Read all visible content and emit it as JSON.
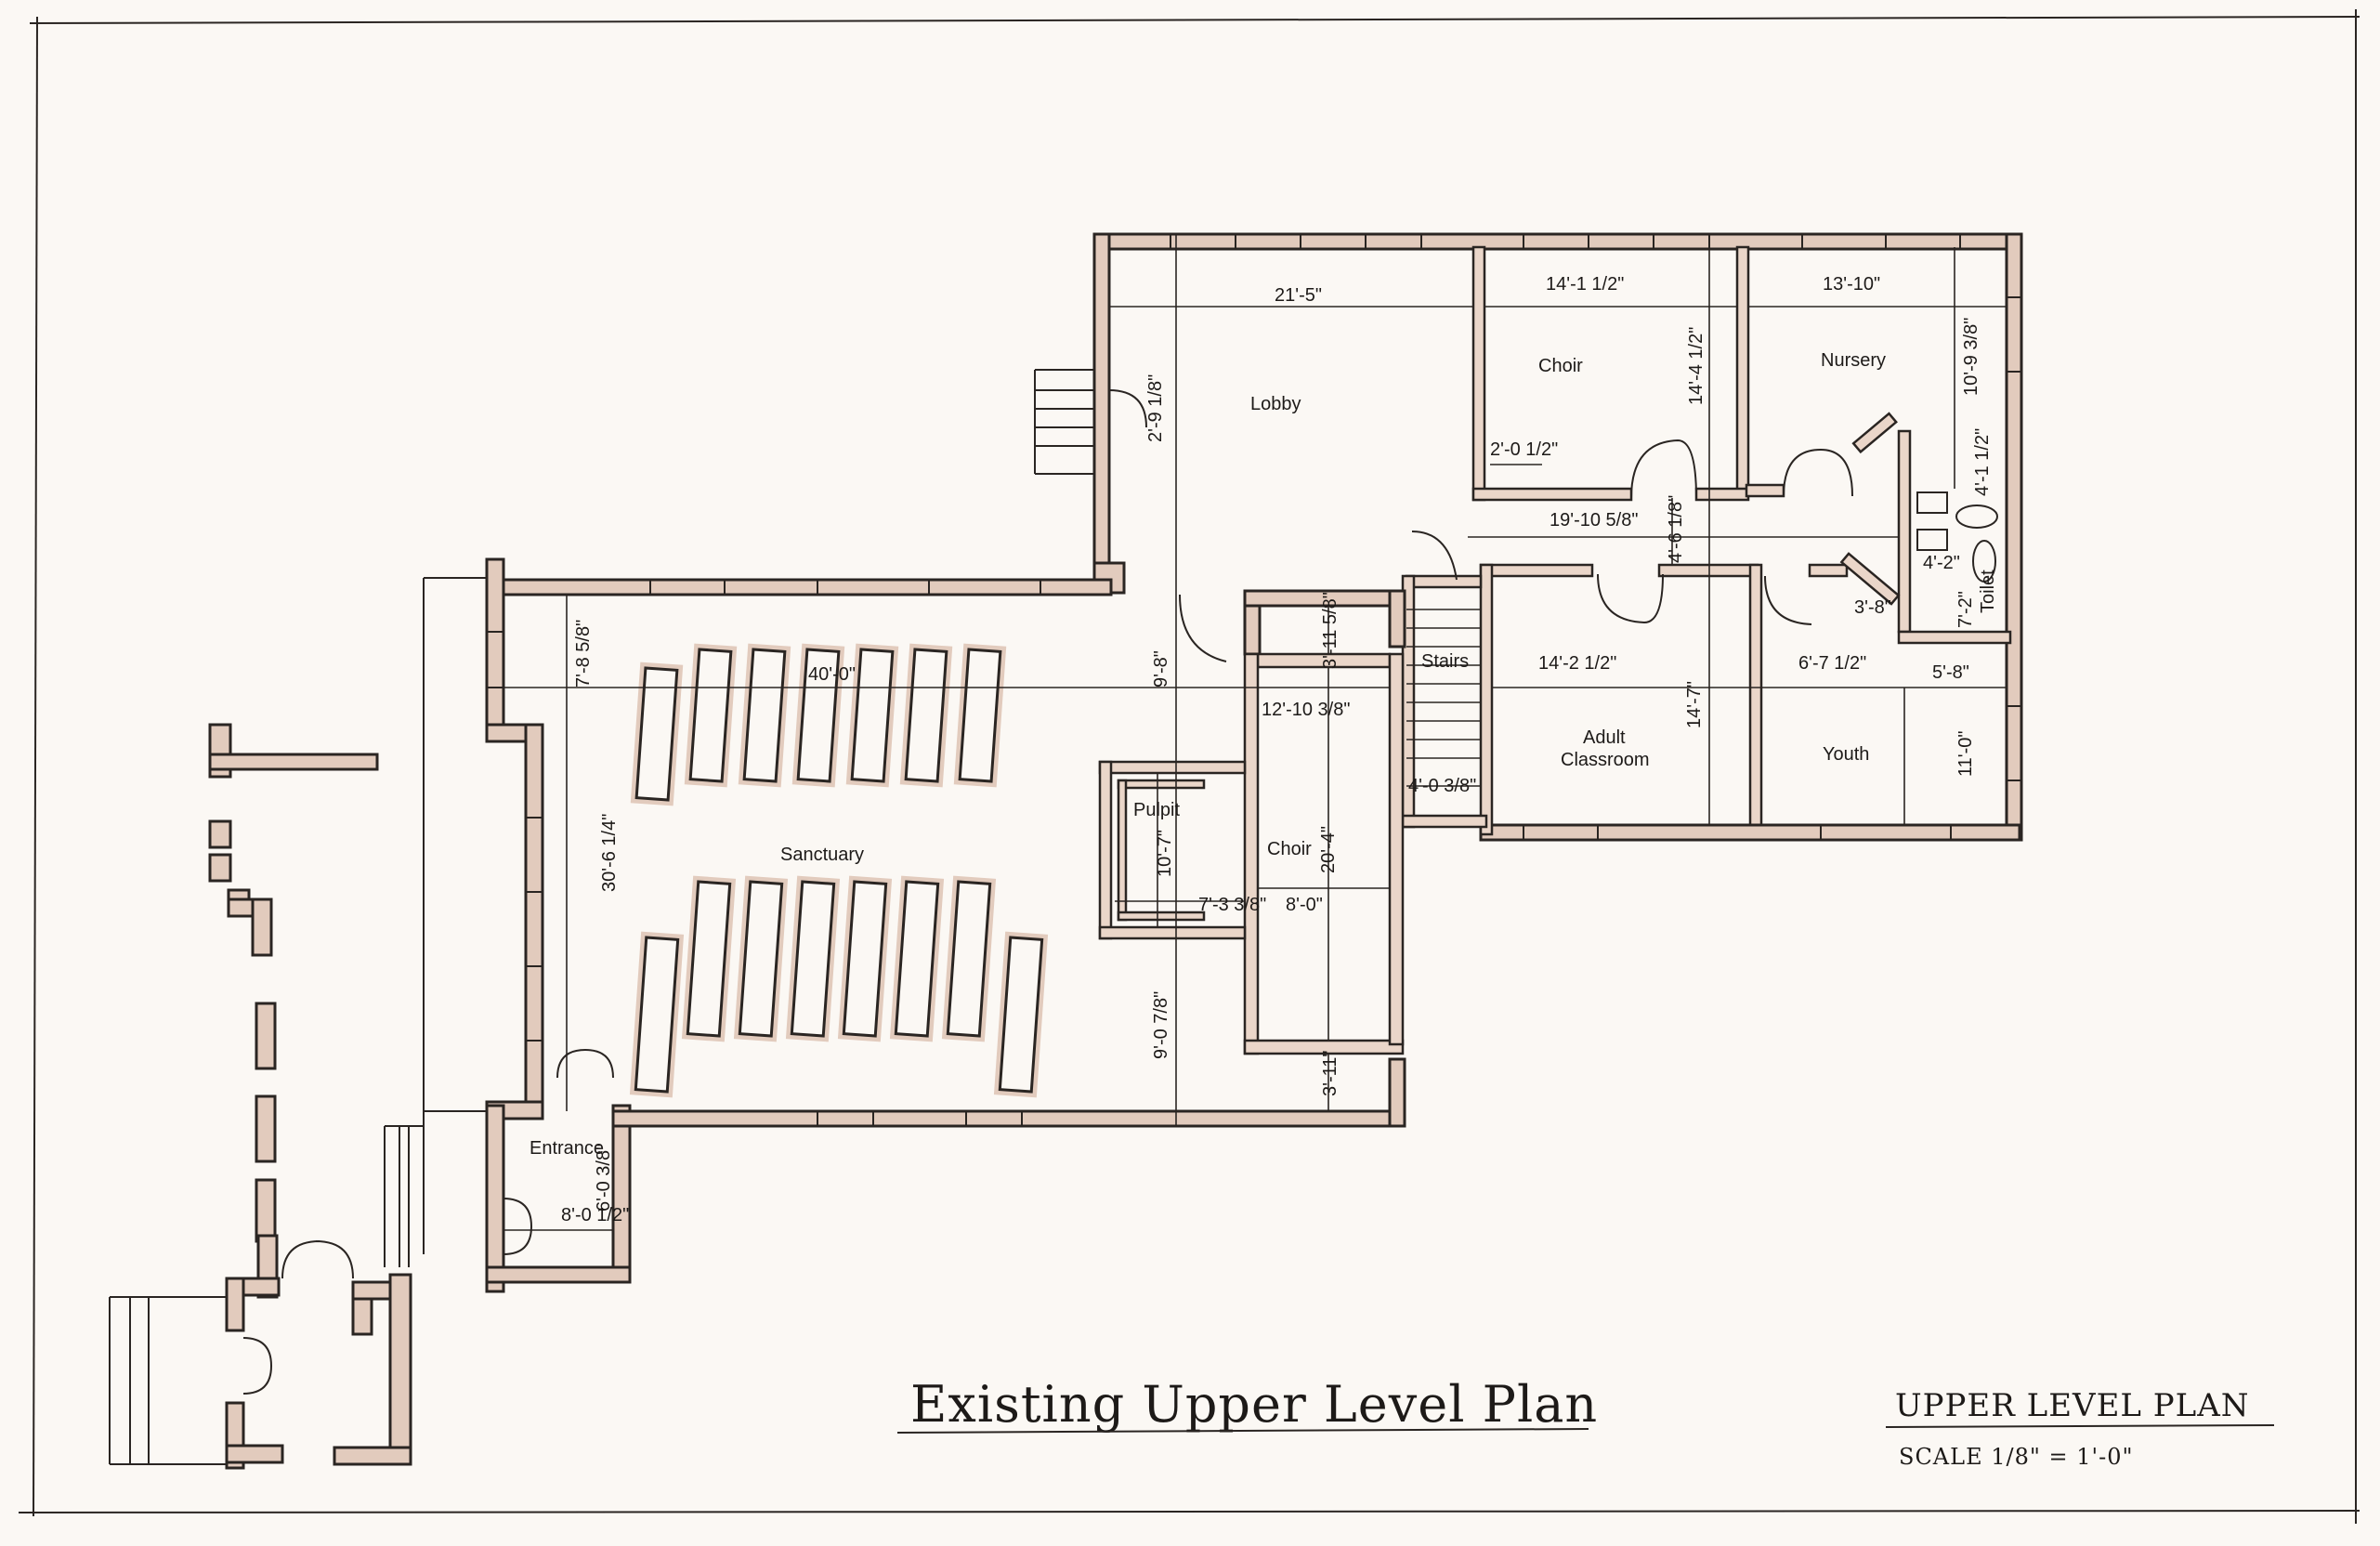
{
  "title": "Existing Upper Level Plan",
  "sheet_label": "UPPER LEVEL PLAN",
  "scale": "SCALE 1/8\" = 1'-0\"",
  "rooms": {
    "lobby": "Lobby",
    "choir_upper": "Choir",
    "nursery": "Nursery",
    "sanctuary": "Sanctuary",
    "pulpit": "Pulpit",
    "choir_lower": "Choir",
    "stairs": "Stairs",
    "adult_classroom_1": "Adult",
    "adult_classroom_2": "Classroom",
    "youth": "Youth",
    "entrance": "Entrance",
    "toilet": "Toilet"
  },
  "dimensions": {
    "lobby_width": "21'-5\"",
    "lobby_door": "2'-9 1/8\"",
    "choir_width": "14'-1 1/2\"",
    "choir_depth": "14'-4 1/2\"",
    "choir_closet": "2'-0 1/2\"",
    "nursery_width": "13'-10\"",
    "nursery_depth": "10'-9 3/8\"",
    "hall_length": "19'-10 5/8\"",
    "hall_width": "4'-6 1/8\"",
    "toilet_a": "4'-1 1/2\"",
    "toilet_b": "4'-2\"",
    "toilet_c": "7'-2\"",
    "youth_door": "3'-8\"",
    "sanctuary_width": "40'-0\"",
    "sanctuary_depth": "30'-6 1/4\"",
    "sanctuary_notch": "7'-8 5/8\"",
    "lobby_depth": "9'-8\"",
    "choir_top": "3'-11 5/8\"",
    "choir_side": "12'-10 3/8\"",
    "choir_length": "20'-4\"",
    "choir_width2": "8'-0\"",
    "choir_bottom": "3'-11\"",
    "pulpit_depth": "10'-7\"",
    "pulpit_width": "7'-3 3/8\"",
    "front_depth": "9'-0 7/8\"",
    "stairs_width": "4'-0 3/8\"",
    "adult_width": "14'-2 1/2\"",
    "adult_depth": "14'-7\"",
    "youth_width": "6'-7 1/2\"",
    "youth_side": "5'-8\"",
    "youth_depth": "11'-0\"",
    "entrance_width": "8'-0 1/2\"",
    "entrance_depth": "6'-0 3/8\""
  }
}
